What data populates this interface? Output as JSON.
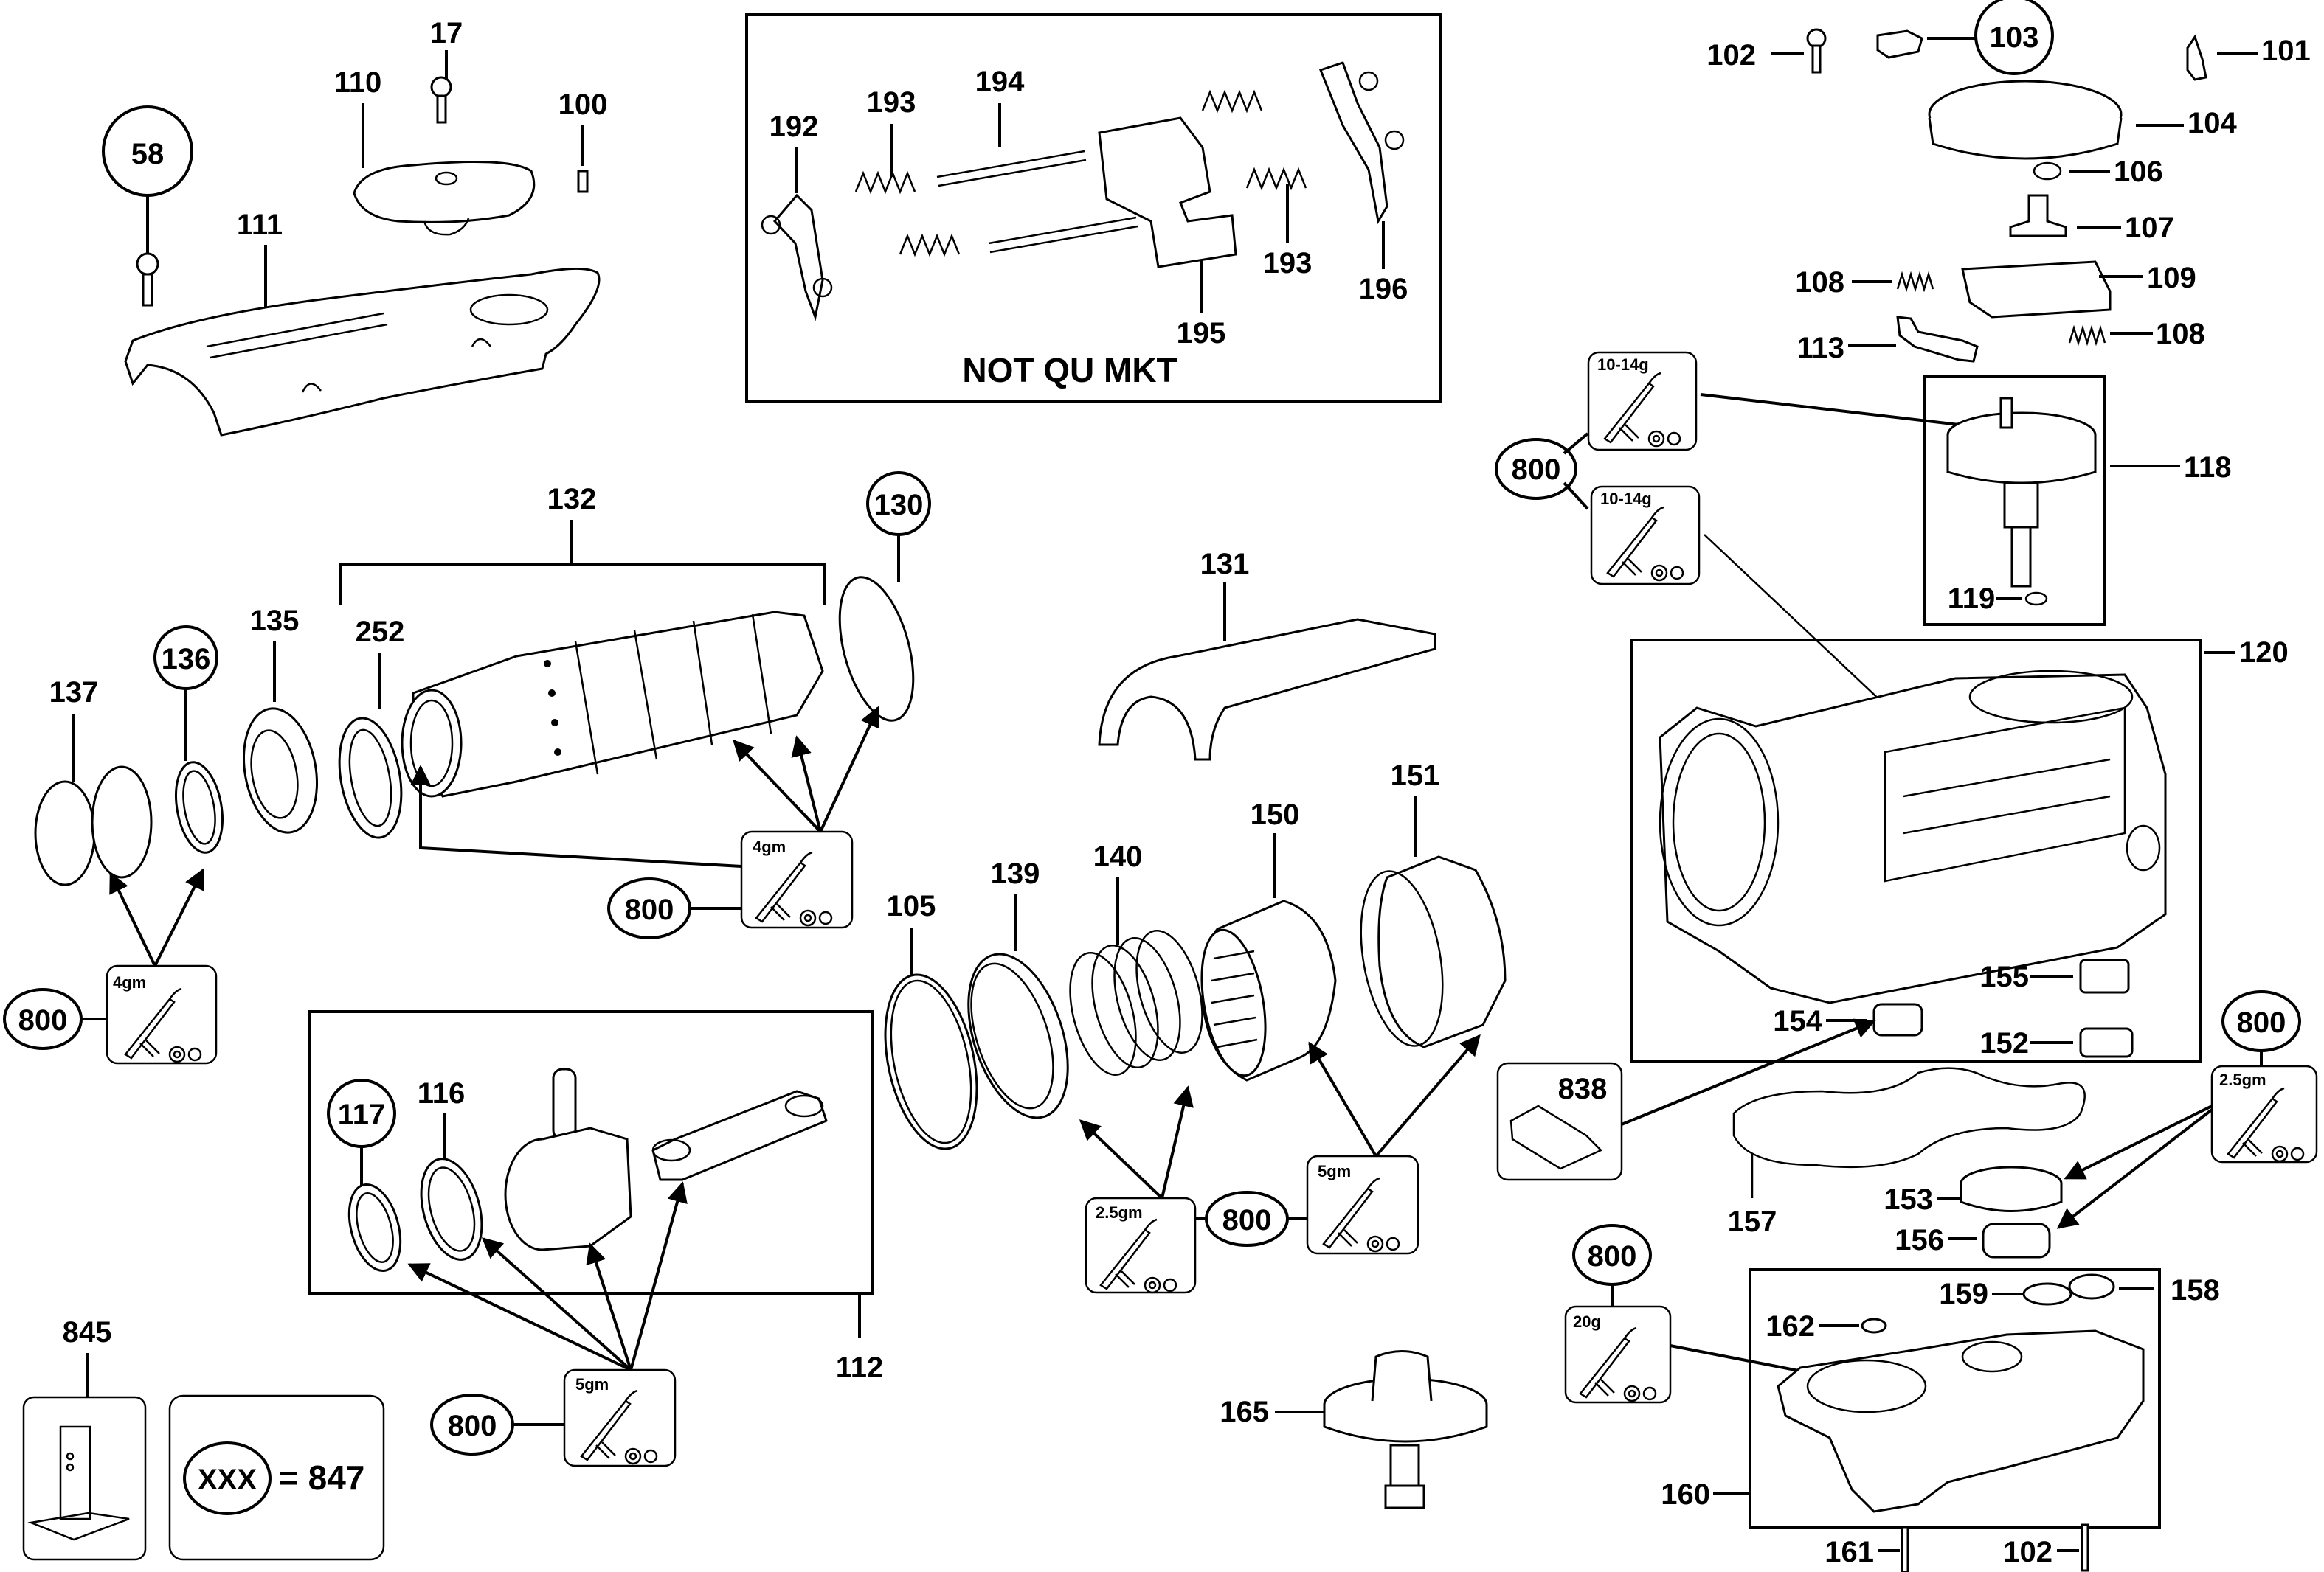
{
  "diagram": {
    "type": "exploded-parts-diagram",
    "callouts": {
      "c58": "58",
      "c17": "17",
      "c110": "110",
      "c100": "100",
      "c111": "111",
      "c192": "192",
      "c193a": "193",
      "c194": "194",
      "c193b": "193",
      "c195": "195",
      "c196": "196",
      "not_qu_mkt": "NOT QU MKT",
      "c102a": "102",
      "c103": "103",
      "c101": "101",
      "c104": "104",
      "c106": "106",
      "c107": "107",
      "c108a": "108",
      "c109": "109",
      "c113": "113",
      "c108b": "108",
      "c800a": "800",
      "c118": "118",
      "c119": "119",
      "c120": "120",
      "c132": "132",
      "c130": "130",
      "c137": "137",
      "c136": "136",
      "c135": "135",
      "c252": "252",
      "c800b": "800",
      "c800c": "800",
      "c131": "131",
      "c105": "105",
      "c139": "139",
      "c140": "140",
      "c150": "150",
      "c151": "151",
      "c155": "155",
      "c154": "154",
      "c152": "152",
      "c838": "838",
      "c800d": "800",
      "c157": "157",
      "c153": "153",
      "c156": "156",
      "c117": "117",
      "c116": "116",
      "c112": "112",
      "c800e": "800",
      "c800f": "800",
      "c800g": "800",
      "c845": "845",
      "c159": "159",
      "c158": "158",
      "c162": "162",
      "c160": "160",
      "c165": "165",
      "c161": "161",
      "c102b": "102"
    },
    "grease": {
      "g1014a": "10-14g",
      "g1014b": "10-14g",
      "g4gm_a": "4gm",
      "g4gm_b": "4gm",
      "g25_a": "2.5gm",
      "g5gm_a": "5gm",
      "g5gm_b": "5gm",
      "g25_b": "2.5gm",
      "g20": "20g"
    },
    "legend": {
      "placeholder": "XXX",
      "equals": "= 847"
    }
  }
}
